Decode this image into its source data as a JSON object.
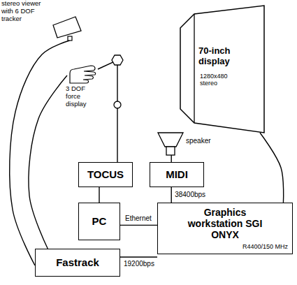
{
  "diagram": {
    "nodes": [
      {
        "text": [
          "stereo viewer with 6 DOF tracker"
        ]
      },
      {
        "text": [
          "3 DOF force display"
        ]
      },
      {
        "text": [
          "70-inch display",
          "1280x480 stereo"
        ]
      },
      {
        "text": [
          "speaker"
        ]
      },
      {
        "text": [
          "TOCUS"
        ]
      },
      {
        "text": [
          "MIDI"
        ]
      },
      {
        "text": [
          "PC"
        ]
      },
      {
        "text": [
          "Graphics workstation SGI ONYX",
          "R4400/150 MHz"
        ]
      },
      {
        "text": [
          "Fastrack"
        ]
      }
    ],
    "edges": [
      {
        "from": 8,
        "to": 0,
        "arrow": "none"
      },
      {
        "from": 8,
        "to": 1,
        "arrow": "none"
      },
      {
        "from": 4,
        "to": 1,
        "arrow": "none"
      },
      {
        "from": 6,
        "to": 4,
        "arrow": "none"
      },
      {
        "from": 5,
        "to": 3,
        "arrow": "none"
      },
      {
        "from": 5,
        "to": 7,
        "label": "38400bps",
        "arrow": "none"
      },
      {
        "from": 6,
        "to": 7,
        "label": "Ethernet",
        "arrow": "none"
      },
      {
        "from": 2,
        "to": 7,
        "arrow": "none"
      },
      {
        "from": 8,
        "to": 7,
        "label": "19200bps",
        "arrow": "none"
      }
    ]
  }
}
